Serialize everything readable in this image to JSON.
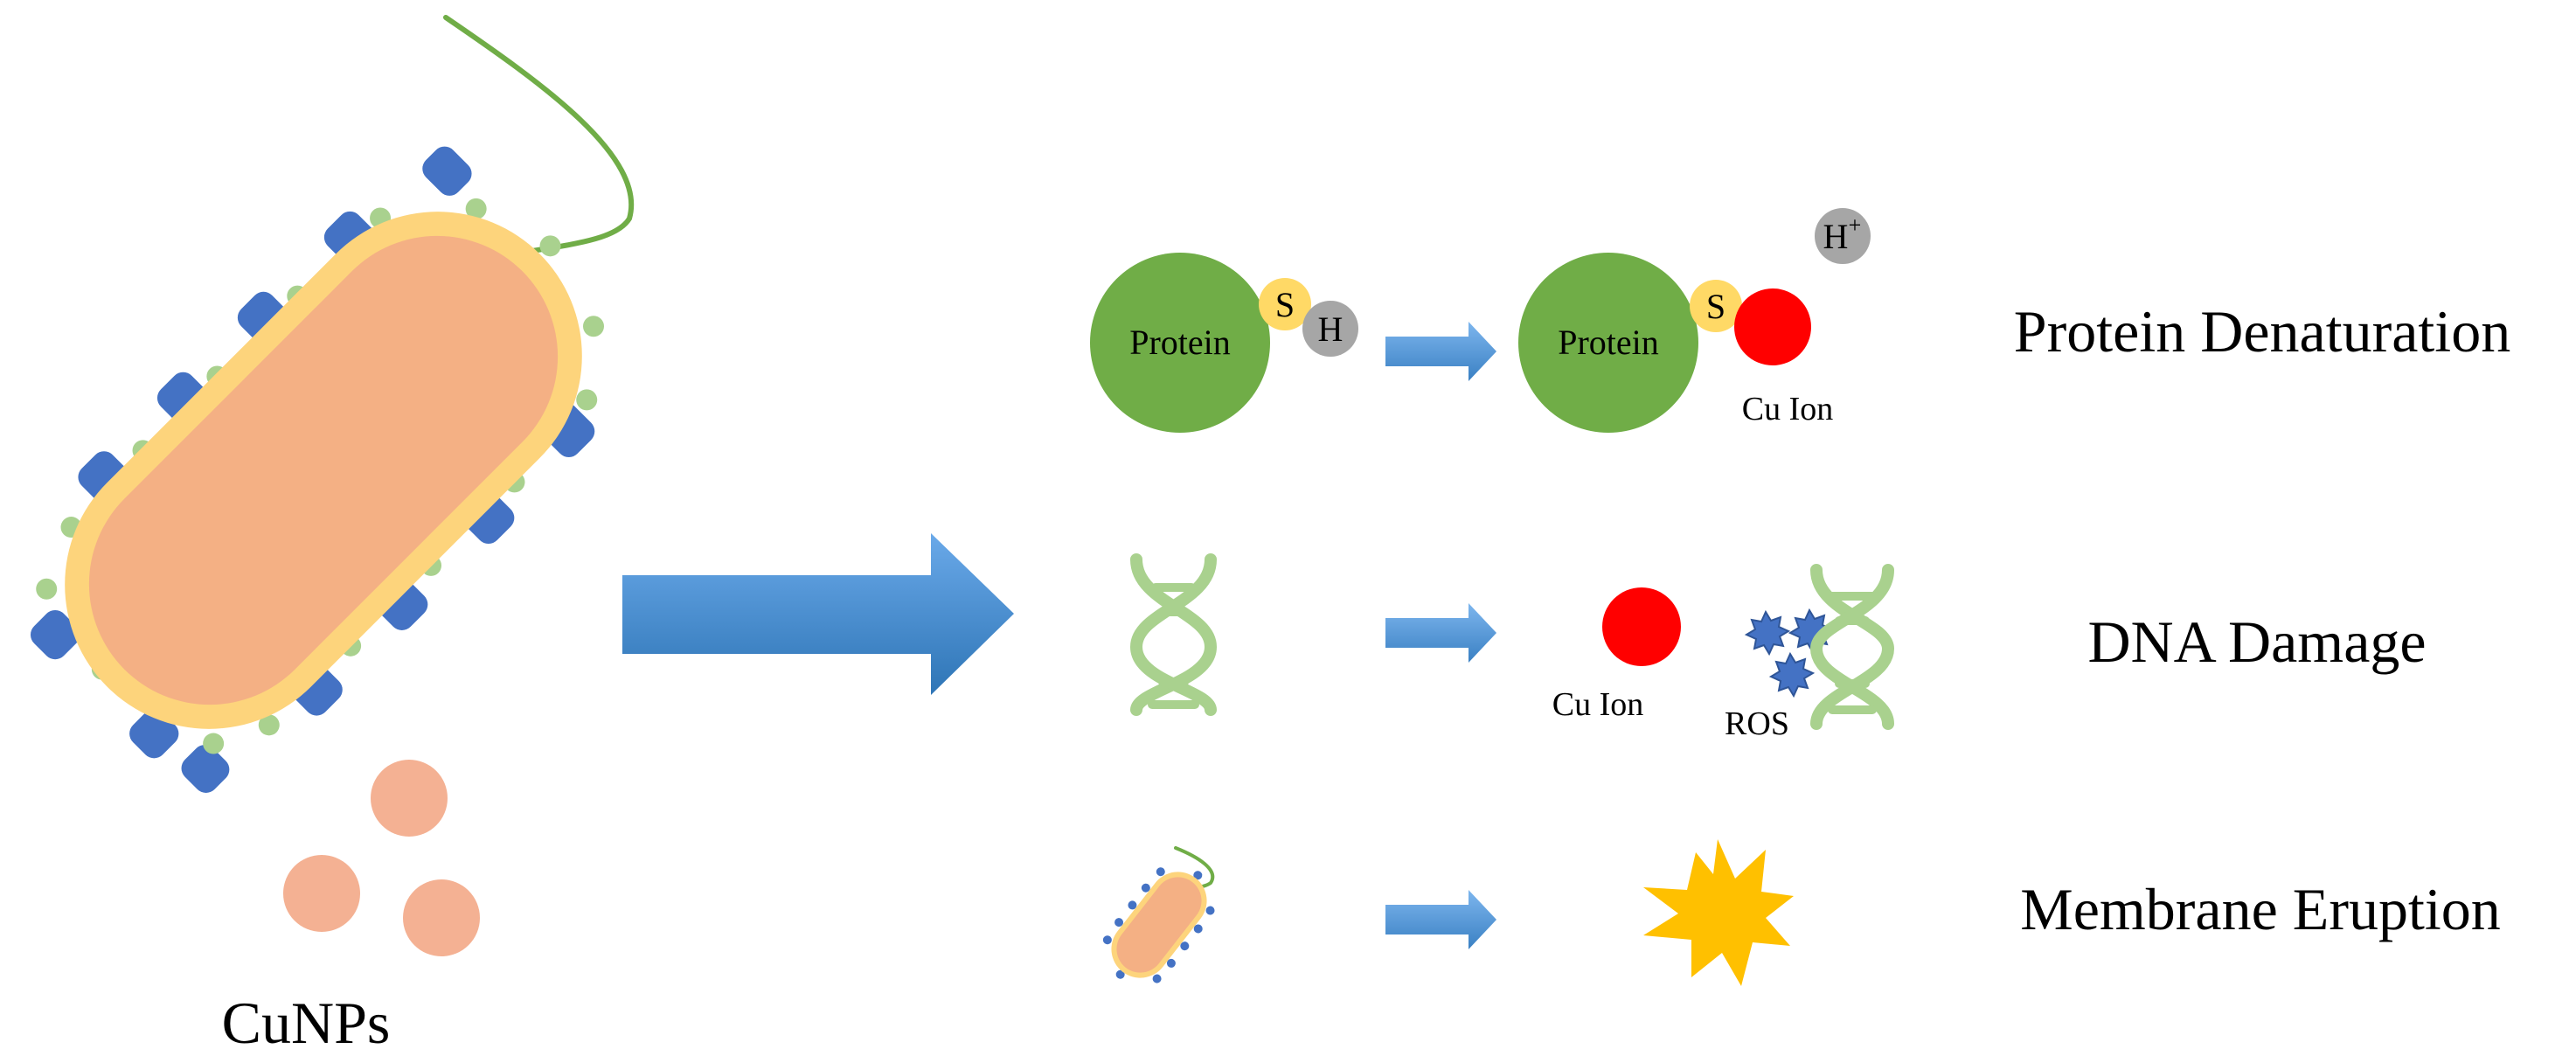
{
  "labels": {
    "cunps": "CuNPs",
    "protein_left": "Protein",
    "sulfur_left": "S",
    "hydrogen": "H",
    "protein_right": "Protein",
    "sulfur_right": "S",
    "h_plus": "H",
    "h_plus_sup": "+",
    "cu_ion_top": "Cu Ion",
    "cu_ion_mid": "Cu Ion",
    "ros": "ROS"
  },
  "mechanisms": {
    "protein_denaturation": "Protein Denaturation",
    "dna_damage": "DNA Damage",
    "membrane_eruption": "Membrane Eruption"
  },
  "colors": {
    "cell_outer": "#FDD47C",
    "cell_inner": "#F4B084",
    "flagellum": "#70AD47",
    "pili_blue": "#4472C4",
    "pili_green": "#A9D18E",
    "nanoparticle": "#F4B193",
    "arrow_light": "#6AA9E9",
    "arrow_dark": "#2E75B6",
    "protein": "#70AD47",
    "sulfur": "#FFD966",
    "hydrogen": "#A6A6A6",
    "cu_ion": "#FF0000",
    "dna": "#A9D18E",
    "ros": "#4472C4",
    "burst": "#FFC000"
  }
}
